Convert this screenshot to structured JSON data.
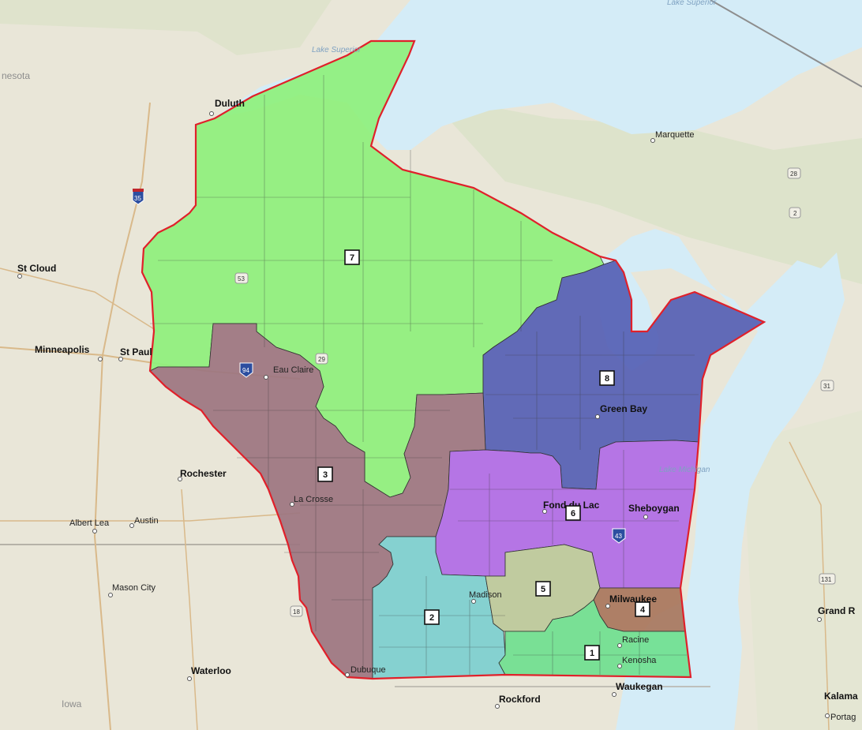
{
  "map": {
    "water_labels": {
      "lake_superior": "Lake Superior",
      "lake_michigan": "Lake Michigan",
      "lake_superior_top": "Lake Superior"
    },
    "state_labels": {
      "minnesota": "nesota",
      "iowa": "Iowa"
    },
    "cities": {
      "duluth": "Duluth",
      "st_cloud": "St Cloud",
      "minneapolis": "Minneapolis",
      "st_paul": "St Paul",
      "eau_claire": "Eau Claire",
      "rochester": "Rochester",
      "la_crosse": "La Crosse",
      "albert_lea": "Albert Lea",
      "austin": "Austin",
      "mason_city": "Mason City",
      "waterloo": "Waterloo",
      "dubuque": "Dubuque",
      "rockford": "Rockford",
      "waukegan": "Waukegan",
      "racine": "Racine",
      "kenosha": "Kenosha",
      "madison": "Madison",
      "milwaukee": "Milwaukee",
      "sheboygan": "Sheboygan",
      "fond_du_lac": "Fond du Lac",
      "green_bay": "Green Bay",
      "marquette": "Marquette",
      "grand_rapids": "Grand R",
      "kalamazoo": "Kalama",
      "portage": "Portag"
    },
    "road_shields": {
      "i35": "35",
      "us53": "53",
      "i94": "94",
      "i29": "29",
      "us18": "18",
      "i43": "43",
      "us28": "28",
      "us2": "2",
      "us31": "31",
      "us131": "131"
    },
    "districts": [
      {
        "number": "1",
        "color": "#6fe08f"
      },
      {
        "number": "2",
        "color": "#7ccfcf"
      },
      {
        "number": "3",
        "color": "#9c7580"
      },
      {
        "number": "4",
        "color": "#a8765c"
      },
      {
        "number": "5",
        "color": "#bcc99a"
      },
      {
        "number": "6",
        "color": "#b06be6"
      },
      {
        "number": "7",
        "color": "#8ef07c"
      },
      {
        "number": "8",
        "color": "#5560b4"
      }
    ],
    "colors": {
      "land": "#e9e6d8",
      "water": "#d4ecf7",
      "state_border": "#e0202a",
      "district_border": "#222222"
    }
  }
}
